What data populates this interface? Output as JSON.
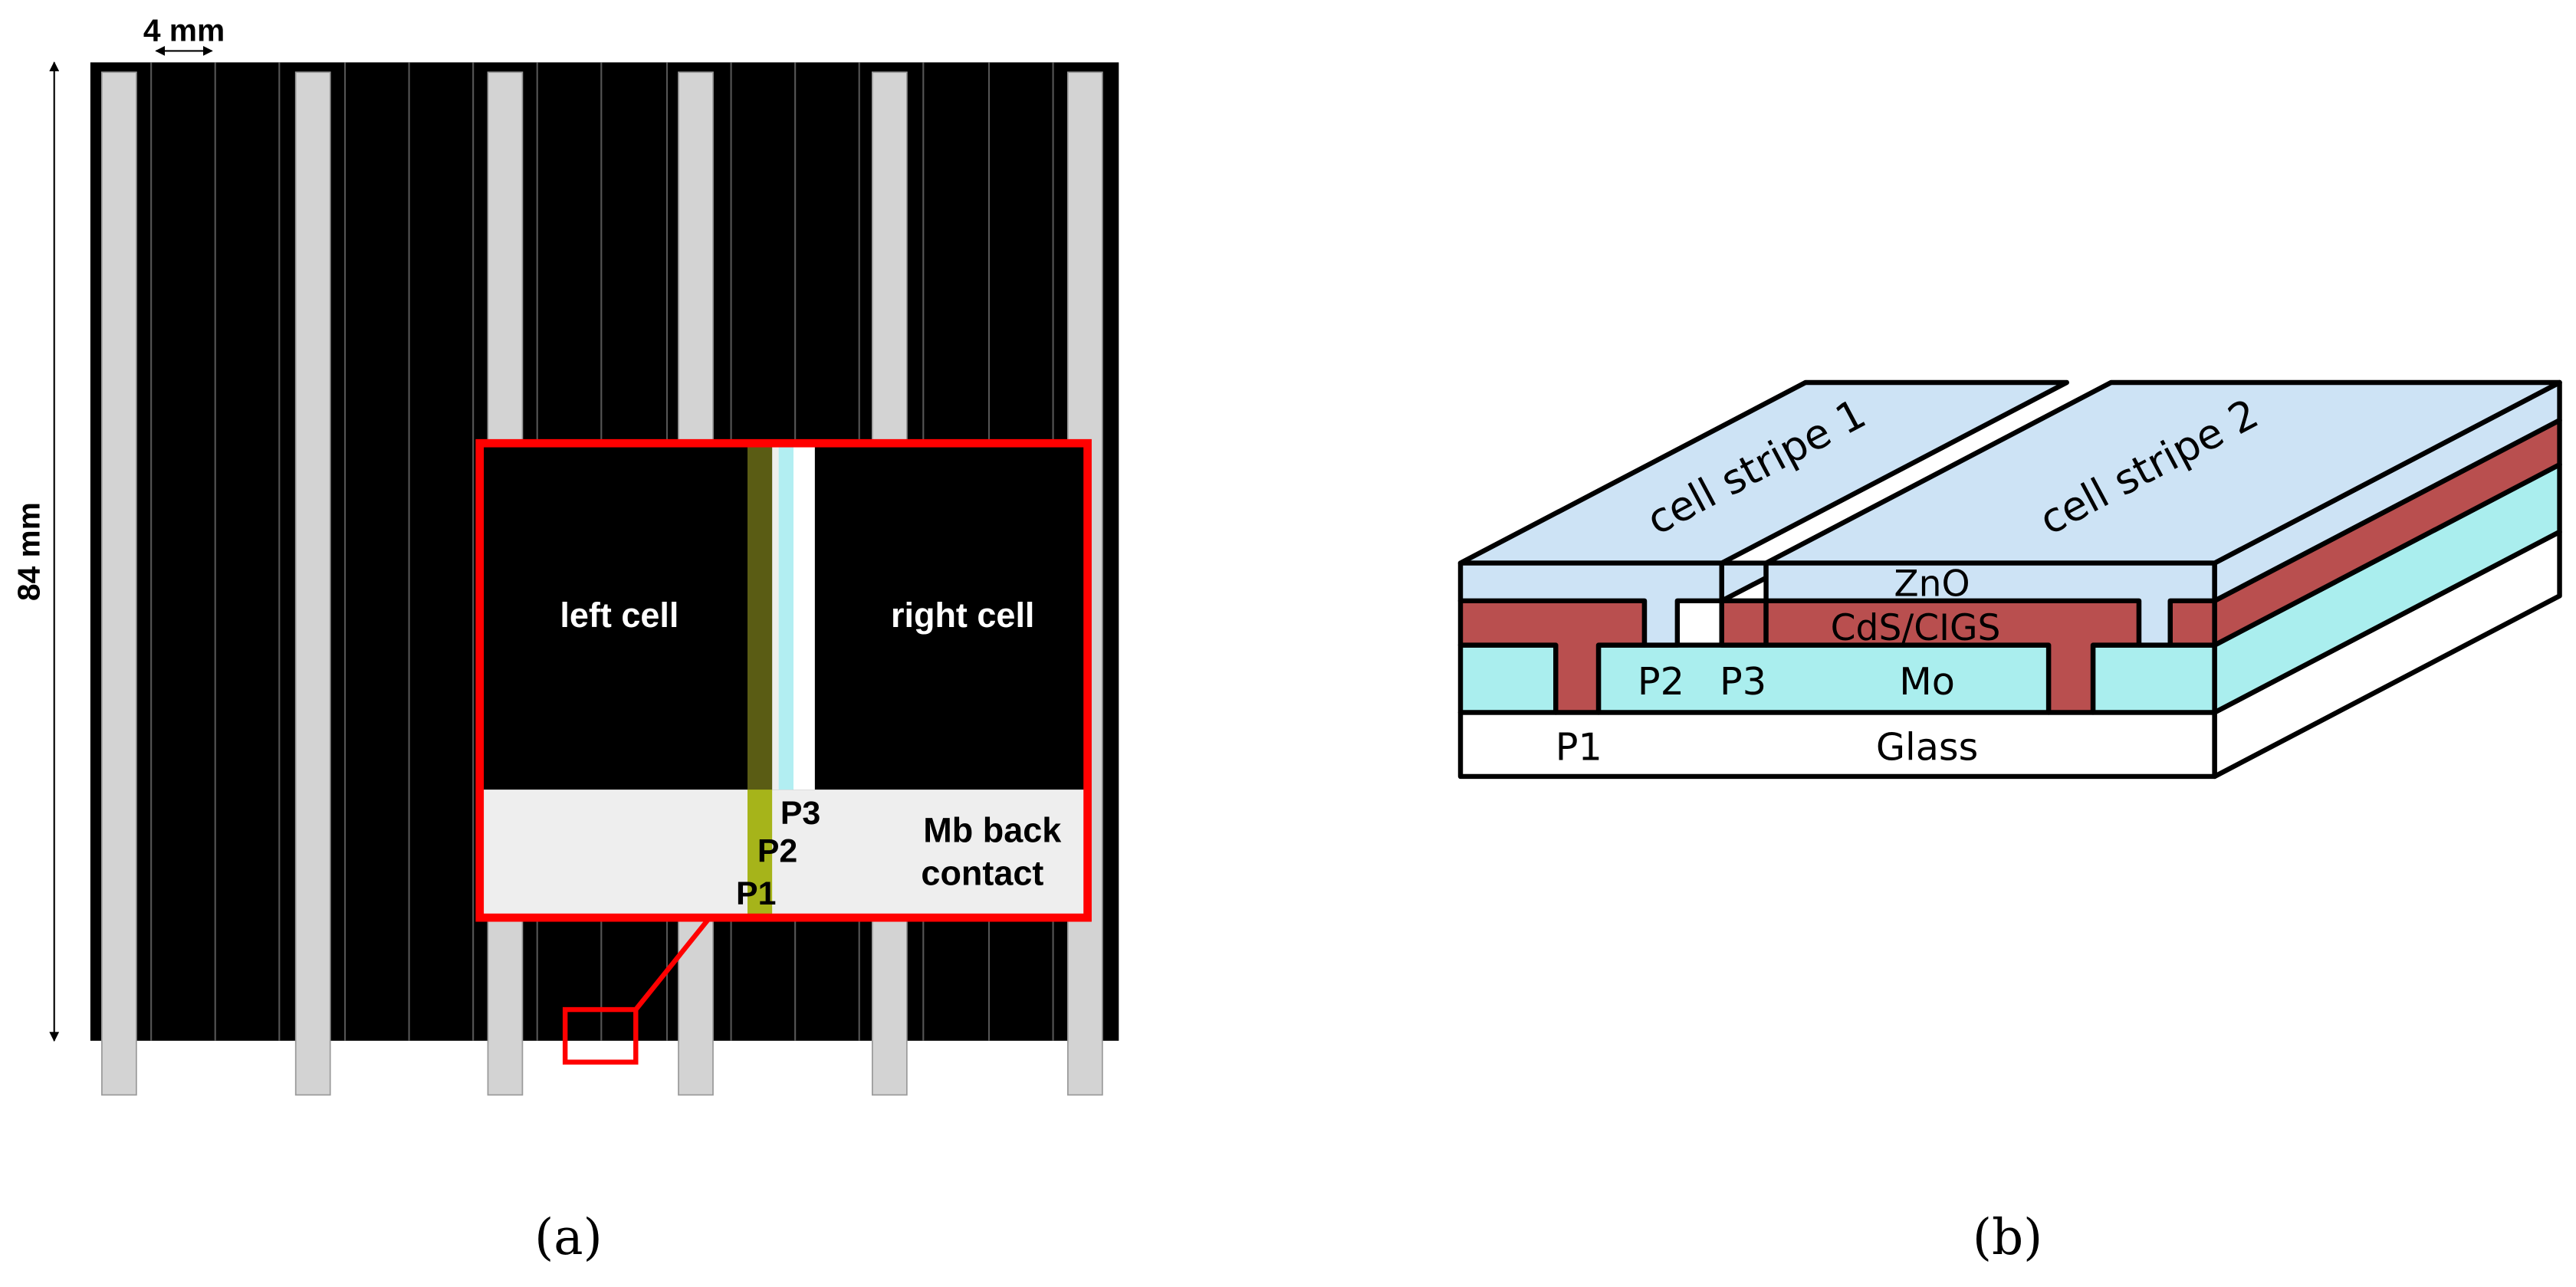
{
  "panel_a": {
    "dimension_width": "4 mm",
    "dimension_height": "84 mm",
    "inset": {
      "left_cell": "left cell",
      "right_cell": "right cell",
      "p1": "P1",
      "p2": "P2",
      "p3": "P3",
      "back_contact_line1": "Mb back",
      "back_contact_line2": "contact"
    },
    "caption": "(a)"
  },
  "panel_b": {
    "stripe_1": "cell stripe 1",
    "stripe_2": "cell stripe 2",
    "zno": "ZnO",
    "cds_cigs": "CdS/CIGS",
    "mo": "Mo",
    "p1": "P1",
    "p2": "P2",
    "p3": "P3",
    "glass": "Glass",
    "caption": "(b)"
  },
  "colors": {
    "module_background": "#000000",
    "busbar": "#d3d3d3",
    "inset_border": "#ff0000",
    "back_contact": "#eeeeee",
    "p1_scribe": "#a6b41a",
    "p1_shadow": "#5a5c14",
    "p3_scribe": "#b2eef2",
    "zno_layer": "#cde3f5",
    "cds_cigs_layer": "#b94f4f",
    "mo_layer": "#aaeeee",
    "glass_layer": "#ffffff"
  }
}
